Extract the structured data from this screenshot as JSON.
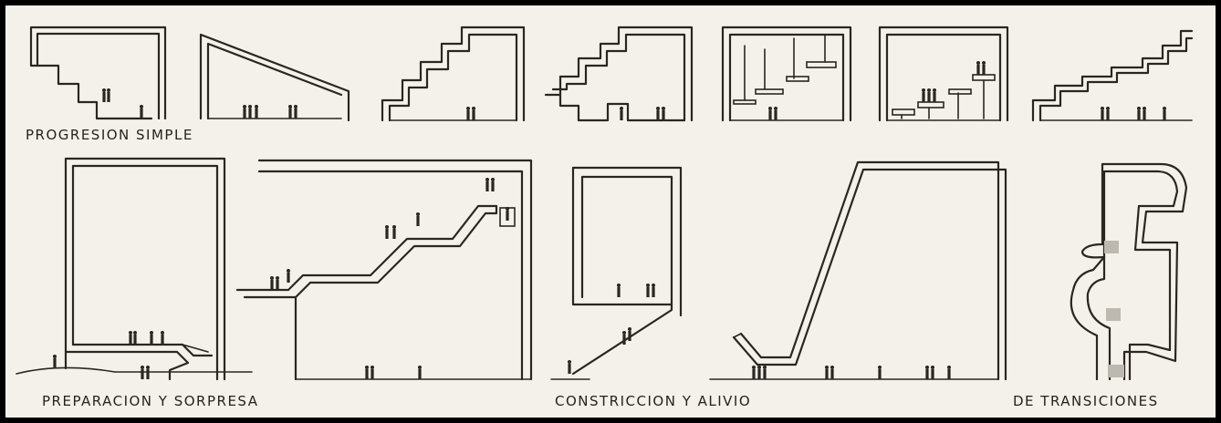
{
  "captions": {
    "progression": "PROGRESION SIMPLE",
    "preparation": "PREPARACION Y SORPRESA",
    "constriction": "CONSTRICCION Y ALIVIO",
    "transitions": "DE TRANSICIONES"
  },
  "colors": {
    "ink": "#2a2622",
    "paper": "#f4f1ea",
    "frame": "#000000"
  }
}
